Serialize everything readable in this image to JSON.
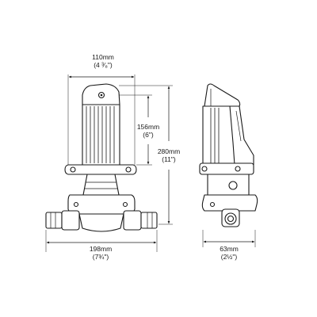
{
  "dimensions": {
    "top_width": {
      "metric": "110mm",
      "imperial": "(4 ³⁄₈\")"
    },
    "motor_height": {
      "metric": "156mm",
      "imperial": "(6\")"
    },
    "total_height": {
      "metric": "280mm",
      "imperial": "(11\")"
    },
    "base_width": {
      "metric": "198mm",
      "imperial": "(7¾\")"
    },
    "side_depth": {
      "metric": "63mm",
      "imperial": "(2½\")"
    }
  }
}
